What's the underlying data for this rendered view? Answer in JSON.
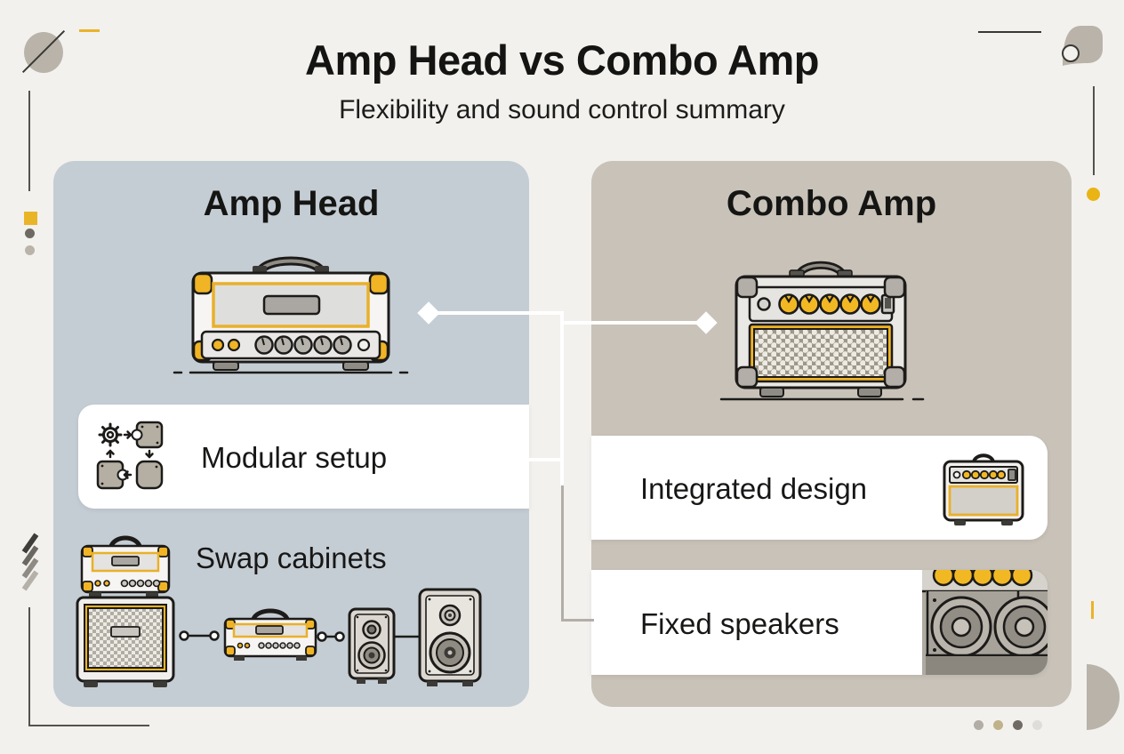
{
  "header": {
    "title": "Amp Head vs Combo Amp",
    "subtitle": "Flexibility and sound control summary"
  },
  "left_panel": {
    "heading": "Amp Head",
    "illustration": "amp-head",
    "features": [
      {
        "label": "Modular setup",
        "icon": "modular-cycle-icon"
      },
      {
        "label": "Swap cabinets",
        "icon": "swap-cabinets-chain-illustration"
      }
    ]
  },
  "right_panel": {
    "heading": "Combo Amp",
    "illustration": "combo-amp",
    "features": [
      {
        "label": "Integrated design",
        "icon": "combo-amp-small-icon"
      },
      {
        "label": "Fixed speakers",
        "icon": "fixed-speakers-image"
      }
    ]
  },
  "colors": {
    "background": "#f2f1ee",
    "left_panel": "#c5cdd4",
    "right_panel": "#c8c2b8",
    "card": "#ffffff",
    "accent_yellow": "#f0b425",
    "outline": "#1c1b19",
    "connector_white": "#ffffff",
    "connector_gray": "#b3aea6",
    "decoration_gray": "#b9b3aa"
  }
}
